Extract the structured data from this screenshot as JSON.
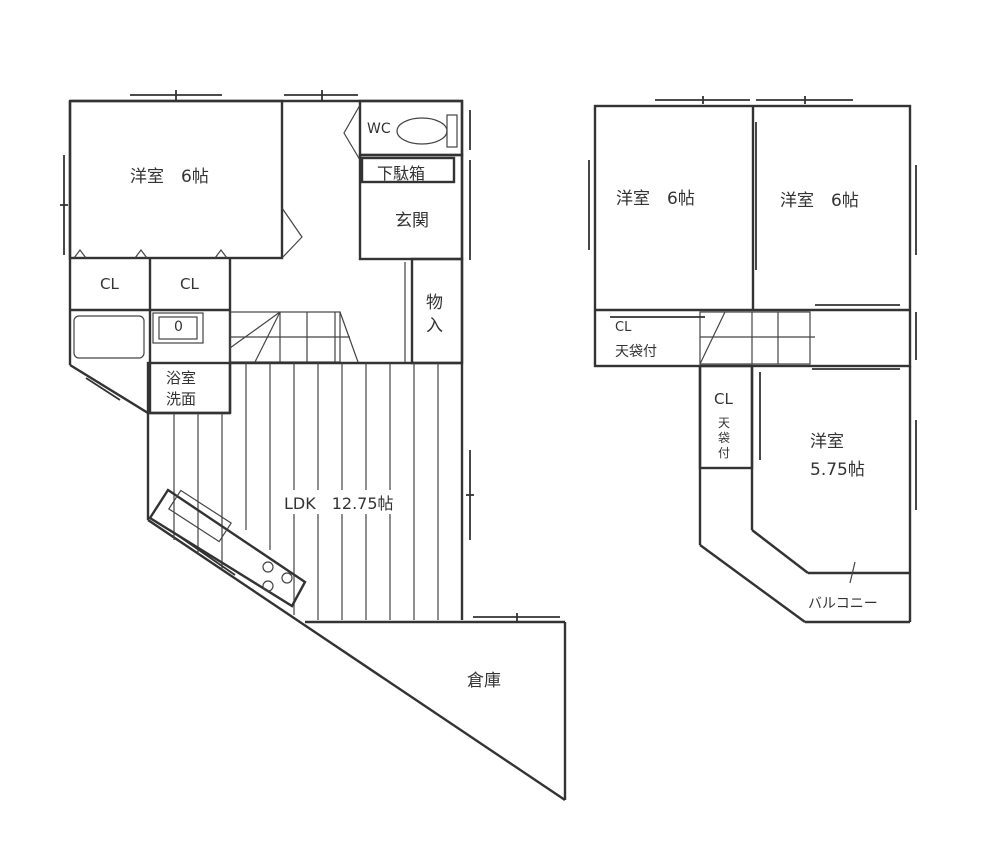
{
  "floor1": {
    "rooms": {
      "western_room": "洋室　6帖",
      "wc": "WC",
      "shoe_box": "下駄箱",
      "entrance": "玄関",
      "closet_1": "CL",
      "closet_2": "CL",
      "storage_line1": "物",
      "storage_line2": "入",
      "bath_line1": "浴室",
      "bath_line2": "洗面",
      "ldk": "LDK　12.75帖",
      "warehouse": "倉庫"
    }
  },
  "floor2": {
    "rooms": {
      "western_room_a": "洋室　6帖",
      "western_room_b": "洋室　6帖",
      "closet_a_line1": "CL",
      "closet_a_line2": "天袋付",
      "closet_b_line1": "CL",
      "closet_b_v1": "天",
      "closet_b_v2": "袋",
      "closet_b_v3": "付",
      "western_room_c_line1": "洋室",
      "western_room_c_line2": "5.75帖",
      "balcony": "バルコニー"
    }
  },
  "colors": {
    "line": "#333333",
    "background": "#ffffff"
  }
}
